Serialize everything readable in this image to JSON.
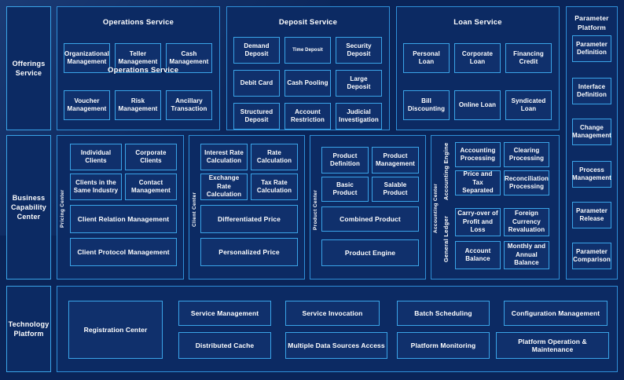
{
  "colors": {
    "background": "#0a2458",
    "panel_fill": "#0c2a63",
    "cell_fill": "#10306c",
    "border_light": "#3aa4e8",
    "border_panel": "#2f8fd8",
    "text": "#ffffff"
  },
  "sidebar": {
    "items": [
      {
        "label": "Offerings Service"
      },
      {
        "label": "Business Capability Center"
      },
      {
        "label": "Technology Platform"
      }
    ]
  },
  "offerings_row": {
    "overlay_label": "Operations Service",
    "panels": [
      {
        "title": "Operations Service",
        "cells": [
          "Organizational Management",
          "Teller Management",
          "Cash Management",
          "Voucher Management",
          "Risk Management",
          "Ancillary Transaction"
        ]
      },
      {
        "title": "Deposit Service",
        "cells": [
          "Demand Deposit",
          "Time Deposit",
          "Security Deposit",
          "Debit Card",
          "Cash Pooling",
          "Large Deposit",
          "Structured Deposit",
          "Account Restriction",
          "Judicial Investigation"
        ]
      },
      {
        "title": "Loan Service",
        "cells": [
          "Personal Loan",
          "Corporate Loan",
          "Financing Credit",
          "Bill Discounting",
          "Online Loan",
          "Syndicated Loan"
        ]
      }
    ]
  },
  "parameter_platform": {
    "title": "Parameter Platform",
    "cells": [
      "Parameter Definition",
      "Interface Definition",
      "Change Management",
      "Process Management",
      "Parameter Release",
      "Parameter Comparison"
    ]
  },
  "capability_row": {
    "panels": [
      {
        "vlabel": "Pricing Center",
        "cells": [
          "Individual Clients",
          "Corporate Clients",
          "Clients in the Same Industry",
          "Contact Management",
          "Client Relation Management",
          "Client Protocol Management"
        ]
      },
      {
        "vlabel": "Client Center",
        "cells": [
          "Interest Rate Calculation",
          "Rate Calculation",
          "Exchange Rate Calculation",
          "Tax Rate Calculation",
          "Differentiated Price",
          "Personalized Price"
        ]
      },
      {
        "vlabel": "Product Center",
        "cells": [
          "Product Definition",
          "Product Management",
          "Basic Product",
          "Salable Product",
          "Combined Product",
          "Product Engine"
        ]
      },
      {
        "vlabel": "Accounting Center",
        "sub_labels": [
          "Accounting Engine",
          "General Ledger"
        ],
        "cells": [
          "Accounting Processing",
          "Clearing Processing",
          "Price and Tax Separated",
          "Reconciliation Processing",
          "Carry-over of Profit and Loss",
          "Foreign Currency Revaluation",
          "Account Balance",
          "Monthly and Annual Balance"
        ]
      }
    ]
  },
  "technology_row": {
    "cells": [
      "Registration Center",
      "Service Management",
      "Distributed Cache",
      "Service Invocation",
      "Multiple Data Sources Access",
      "Batch Scheduling",
      "Platform Monitoring",
      "Configuration Management",
      "Platform Operation & Maintenance"
    ]
  }
}
